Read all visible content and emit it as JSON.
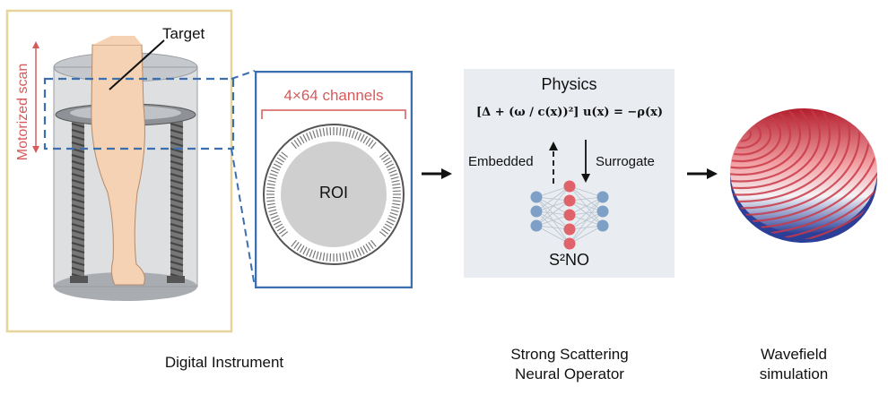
{
  "instrument": {
    "motor_label": "Motorized scan",
    "target_label": "Target",
    "caption": "Digital Instrument"
  },
  "array": {
    "channels_label": "4×64 channels",
    "roi_label": "ROI"
  },
  "operator": {
    "physics_title": "Physics",
    "equation": "[Δ + (ω / c(x))²] u(x) = −ρ(x)",
    "embedded_label": "Embedded",
    "surrogate_label": "Surrogate",
    "model_label": "S²NO",
    "caption_line1": "Strong Scattering",
    "caption_line2": "Neural Operator"
  },
  "wavefield": {
    "caption_line1": "Wavefield",
    "caption_line2": "simulation"
  },
  "colors": {
    "instrument_frame": "#e6d49a",
    "zoom_box": "#3b6fb0",
    "channel_red": "#d65a5a",
    "panel_bg": "#e9ecf0",
    "nn_blue": "#7e9fc6",
    "nn_red": "#e0636b"
  }
}
